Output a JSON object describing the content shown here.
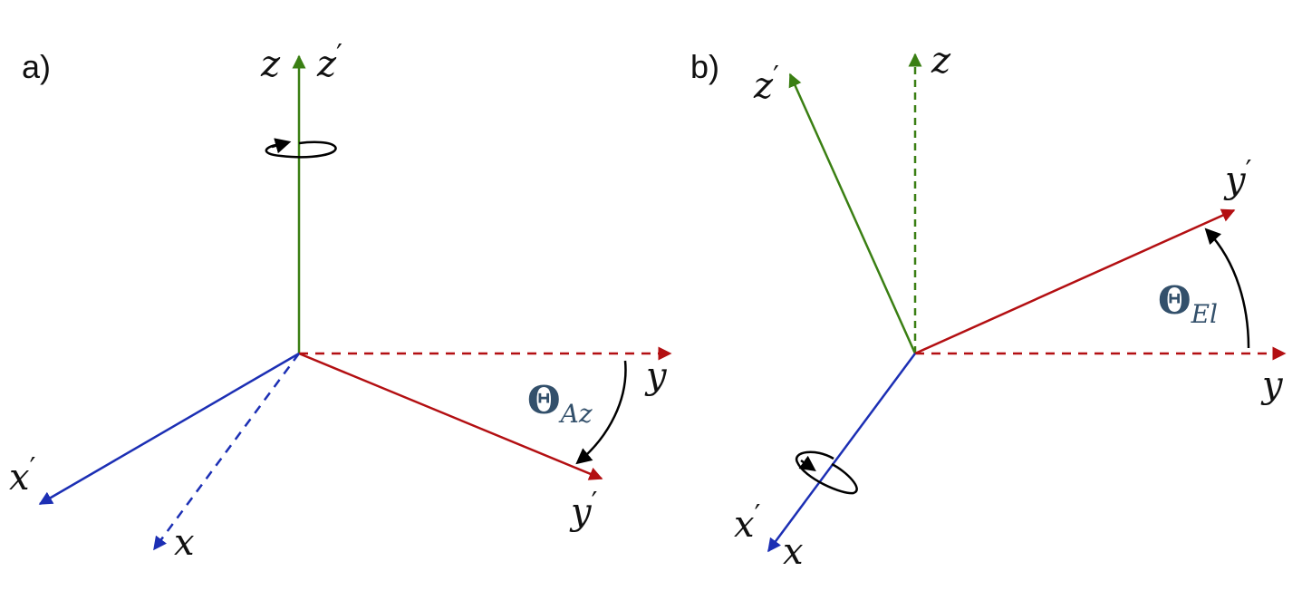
{
  "colors": {
    "x_axis": "#1c2fb4",
    "y_axis": "#b30f12",
    "z_axis": "#3a7f13",
    "rotation": "#000000",
    "angle_label": "#33506b"
  },
  "panels": [
    {
      "label": "a)",
      "angle_symbol": "Θ",
      "angle_subscript": "Az",
      "labels": {
        "x": "x",
        "x_prime": "x",
        "y": "y",
        "y_prime": "y",
        "z": "z",
        "z_prime": "z",
        "prime": "′"
      }
    },
    {
      "label": "b)",
      "angle_symbol": "Θ",
      "angle_subscript": "El",
      "labels": {
        "x": "x",
        "x_prime": "x",
        "y": "y",
        "y_prime": "y",
        "z": "z",
        "z_prime": "z",
        "prime": "′"
      }
    }
  ]
}
